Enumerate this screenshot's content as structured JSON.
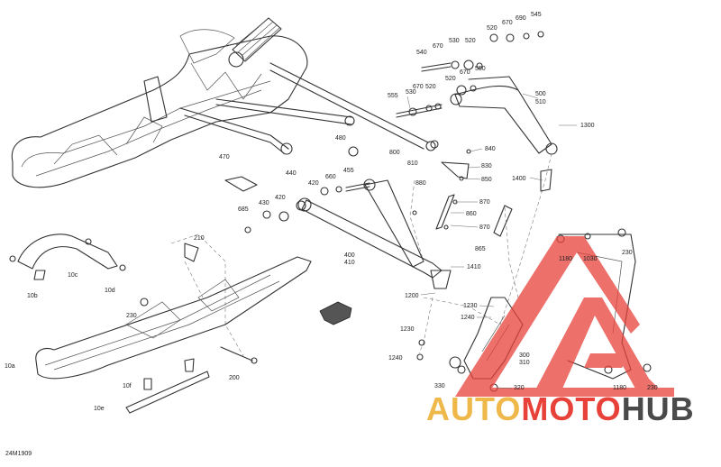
{
  "diagram": {
    "code": "24M1909",
    "watermark": {
      "part1": "AUTO",
      "part2": "MOTO",
      "part3": "HUB"
    },
    "callouts": [
      {
        "id": "540",
        "text": "540"
      },
      {
        "id": "670a",
        "text": "670"
      },
      {
        "id": "530a",
        "text": "530"
      },
      {
        "id": "520a",
        "text": "520"
      },
      {
        "id": "670b",
        "text": "670"
      },
      {
        "id": "690",
        "text": "690"
      },
      {
        "id": "545",
        "text": "545"
      },
      {
        "id": "520b",
        "text": "520"
      },
      {
        "id": "670c",
        "text": "670"
      },
      {
        "id": "550",
        "text": "550"
      },
      {
        "id": "520c",
        "text": "520"
      },
      {
        "id": "555",
        "text": "555"
      },
      {
        "id": "530b",
        "text": "530"
      },
      {
        "id": "670d",
        "text": "670"
      },
      {
        "id": "520d",
        "text": "520"
      },
      {
        "id": "500",
        "text": "500"
      },
      {
        "id": "510",
        "text": "510"
      },
      {
        "id": "1300",
        "text": "1300"
      },
      {
        "id": "480",
        "text": "480"
      },
      {
        "id": "800",
        "text": "800"
      },
      {
        "id": "810",
        "text": "810"
      },
      {
        "id": "840",
        "text": "840"
      },
      {
        "id": "830",
        "text": "830"
      },
      {
        "id": "850",
        "text": "850"
      },
      {
        "id": "1400",
        "text": "1400"
      },
      {
        "id": "470",
        "text": "470"
      },
      {
        "id": "440",
        "text": "440"
      },
      {
        "id": "660",
        "text": "660"
      },
      {
        "id": "455",
        "text": "455"
      },
      {
        "id": "420a",
        "text": "420"
      },
      {
        "id": "880",
        "text": "880"
      },
      {
        "id": "870a",
        "text": "870"
      },
      {
        "id": "860",
        "text": "860"
      },
      {
        "id": "870b",
        "text": "870"
      },
      {
        "id": "420b",
        "text": "420"
      },
      {
        "id": "685",
        "text": "685"
      },
      {
        "id": "430",
        "text": "430"
      },
      {
        "id": "865",
        "text": "865"
      },
      {
        "id": "210",
        "text": "210"
      },
      {
        "id": "1180a",
        "text": "1180"
      },
      {
        "id": "1030",
        "text": "1030"
      },
      {
        "id": "230a",
        "text": "230"
      },
      {
        "id": "400",
        "text": "400"
      },
      {
        "id": "410",
        "text": "410"
      },
      {
        "id": "1410",
        "text": "1410"
      },
      {
        "id": "10c",
        "text": "10c"
      },
      {
        "id": "10b",
        "text": "10b"
      },
      {
        "id": "10d",
        "text": "10d"
      },
      {
        "id": "1200",
        "text": "1200"
      },
      {
        "id": "1230a",
        "text": "1230"
      },
      {
        "id": "1240a",
        "text": "1240"
      },
      {
        "id": "230b",
        "text": "230"
      },
      {
        "id": "1230b",
        "text": "1230"
      },
      {
        "id": "1240b",
        "text": "1240"
      },
      {
        "id": "300",
        "text": "300"
      },
      {
        "id": "310",
        "text": "310"
      },
      {
        "id": "10a",
        "text": "10a"
      },
      {
        "id": "200",
        "text": "200"
      },
      {
        "id": "330",
        "text": "330"
      },
      {
        "id": "320",
        "text": "320"
      },
      {
        "id": "1180b",
        "text": "1180"
      },
      {
        "id": "230c",
        "text": "230"
      },
      {
        "id": "10f",
        "text": "10f"
      },
      {
        "id": "10e",
        "text": "10e"
      }
    ]
  },
  "colors": {
    "watermark_red": "#e8413a",
    "watermark_yellow": "#efb84a",
    "watermark_gray": "#4a4a4a"
  }
}
